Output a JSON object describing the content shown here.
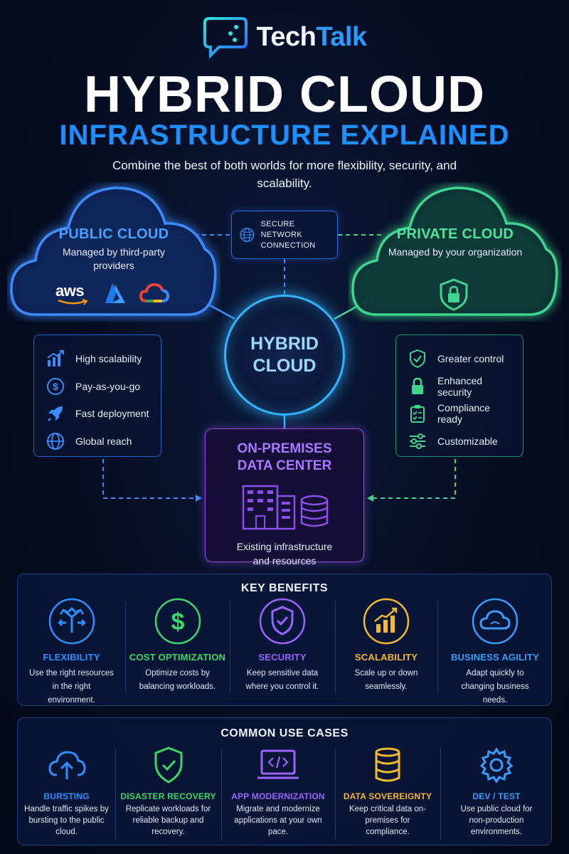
{
  "brand": {
    "name_part1": "Tech",
    "name_part2": "Talk"
  },
  "title": "HYBRID CLOUD",
  "subtitle": "INFRASTRUCTURE EXPLAINED",
  "tagline": "Combine the best of both worlds for more flexibility, security, and scalability.",
  "public_cloud": {
    "title": "PUBLIC CLOUD",
    "description": "Managed by third-party providers",
    "providers": [
      "aws"
    ],
    "color": "#3b8cff",
    "features": [
      "High scalability",
      "Pay-as-you-go",
      "Fast deployment",
      "Global reach"
    ]
  },
  "private_cloud": {
    "title": "PRIVATE CLOUD",
    "description": "Managed by your organization",
    "color": "#3fd58f",
    "features": [
      "Greater control",
      "Enhanced security",
      "Compliance ready",
      "Customizable"
    ]
  },
  "secure_connection": {
    "label": "SECURE NETWORK CONNECTION",
    "icon": "globe-icon"
  },
  "hub": {
    "label": "HYBRID CLOUD",
    "color": "#33b4ff"
  },
  "on_premises": {
    "title": "ON-PREMISES DATA CENTER",
    "description": "Existing infrastructure and resources",
    "color": "#8a4fe6"
  },
  "key_benefits": {
    "title": "KEY BENEFITS",
    "items": [
      {
        "title": "FLEXIBILITY",
        "description": "Use the right resources in the right environment.",
        "color": "#2f8fff",
        "icon": "arrows-split-icon"
      },
      {
        "title": "COST OPTIMIZATION",
        "description": "Optimize costs by balancing workloads.",
        "color": "#3fd56a",
        "icon": "dollar-icon"
      },
      {
        "title": "SECURITY",
        "description": "Keep sensitive data where you control it.",
        "color": "#9b63ff",
        "icon": "shield-check-icon"
      },
      {
        "title": "SCALABILITY",
        "description": "Scale up or down seamlessly.",
        "color": "#f5b82e",
        "icon": "growth-chart-icon"
      },
      {
        "title": "BUSINESS AGILITY",
        "description": "Adapt quickly to changing business needs.",
        "color": "#3b9bff",
        "icon": "cloud-icon"
      }
    ]
  },
  "use_cases": {
    "title": "COMMON USE CASES",
    "items": [
      {
        "title": "BURSTING",
        "description": "Handle traffic spikes by bursting to the public cloud.",
        "color": "#2f8fff",
        "icon": "cloud-upload-icon"
      },
      {
        "title": "DISASTER RECOVERY",
        "description": "Replicate workloads for reliable backup and recovery.",
        "color": "#3fd56a",
        "icon": "shield-check-icon"
      },
      {
        "title": "APP MODERNIZATION",
        "description": "Migrate and modernize applications at your own pace.",
        "color": "#9b63ff",
        "icon": "laptop-code-icon"
      },
      {
        "title": "DATA SOVEREIGNTY",
        "description": "Keep critical data on-premises for compliance.",
        "color": "#f5b82e",
        "icon": "database-icon"
      },
      {
        "title": "DEV / TEST",
        "description": "Use public cloud for non-production environments.",
        "color": "#3b9bff",
        "icon": "gear-icon"
      }
    ]
  }
}
